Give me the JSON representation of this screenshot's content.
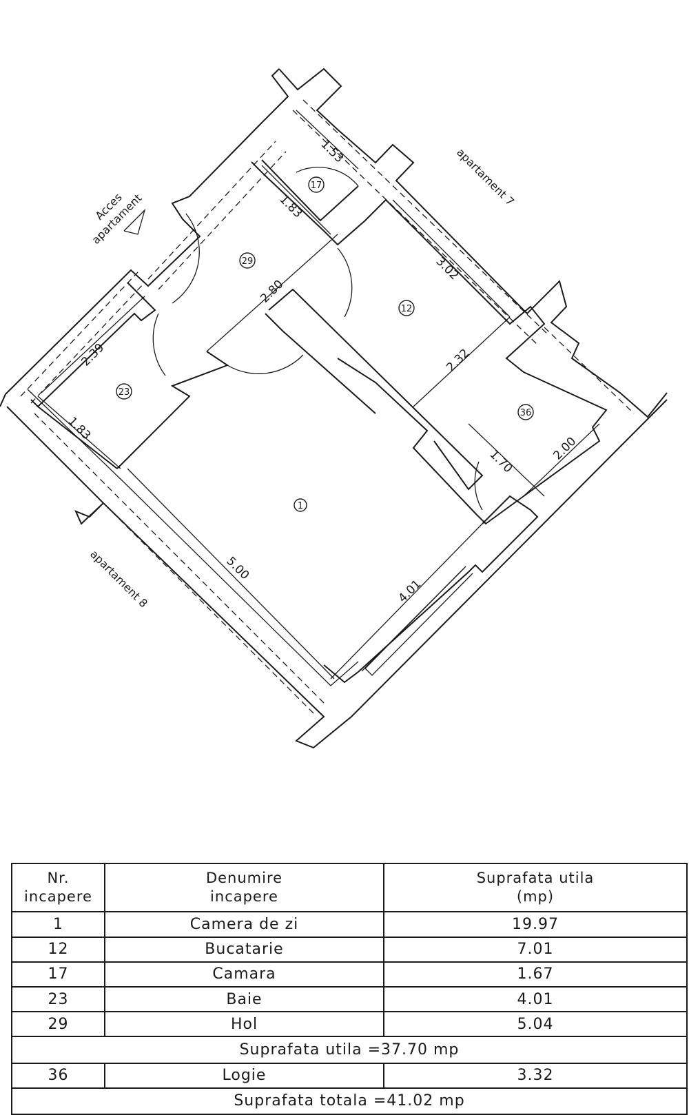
{
  "plan": {
    "neighbors": {
      "top_right": "apartament 7",
      "bottom_left": "apartament 8",
      "access_line1": "Acces",
      "access_line2": "apartament"
    },
    "rooms": [
      {
        "nr": "1"
      },
      {
        "nr": "12"
      },
      {
        "nr": "17"
      },
      {
        "nr": "23"
      },
      {
        "nr": "29"
      },
      {
        "nr": "36"
      }
    ],
    "dimensions": {
      "camara_width": "1.53",
      "camara_depth": "1.83",
      "hol_width": "2.80",
      "bucatarie_length": "3.02",
      "bucatarie_width": "2.32",
      "baie_width": "2.39",
      "baie_depth": "1.83",
      "logie_width": "1.70",
      "logie_depth": "2.00",
      "camera_length": "5.00",
      "camera_width": "4.01"
    }
  },
  "table": {
    "headers": {
      "nr_line1": "Nr.",
      "nr_line2": "incapere",
      "name_line1": "Denumire",
      "name_line2": "incapere",
      "area_line1": "Suprafata utila",
      "area_line2": "(mp)"
    },
    "rows": [
      {
        "nr": "1",
        "name": "Camera de zi",
        "area": "19.97"
      },
      {
        "nr": "12",
        "name": "Bucatarie",
        "area": "7.01"
      },
      {
        "nr": "17",
        "name": "Camara",
        "area": "1.67"
      },
      {
        "nr": "23",
        "name": "Baie",
        "area": "4.01"
      },
      {
        "nr": "29",
        "name": "Hol",
        "area": "5.04"
      }
    ],
    "subtotal": "Suprafata utila =37.70 mp",
    "logia_row": {
      "nr": "36",
      "name": "Logie",
      "area": "3.32"
    },
    "total": "Suprafata totala =41.02 mp"
  }
}
